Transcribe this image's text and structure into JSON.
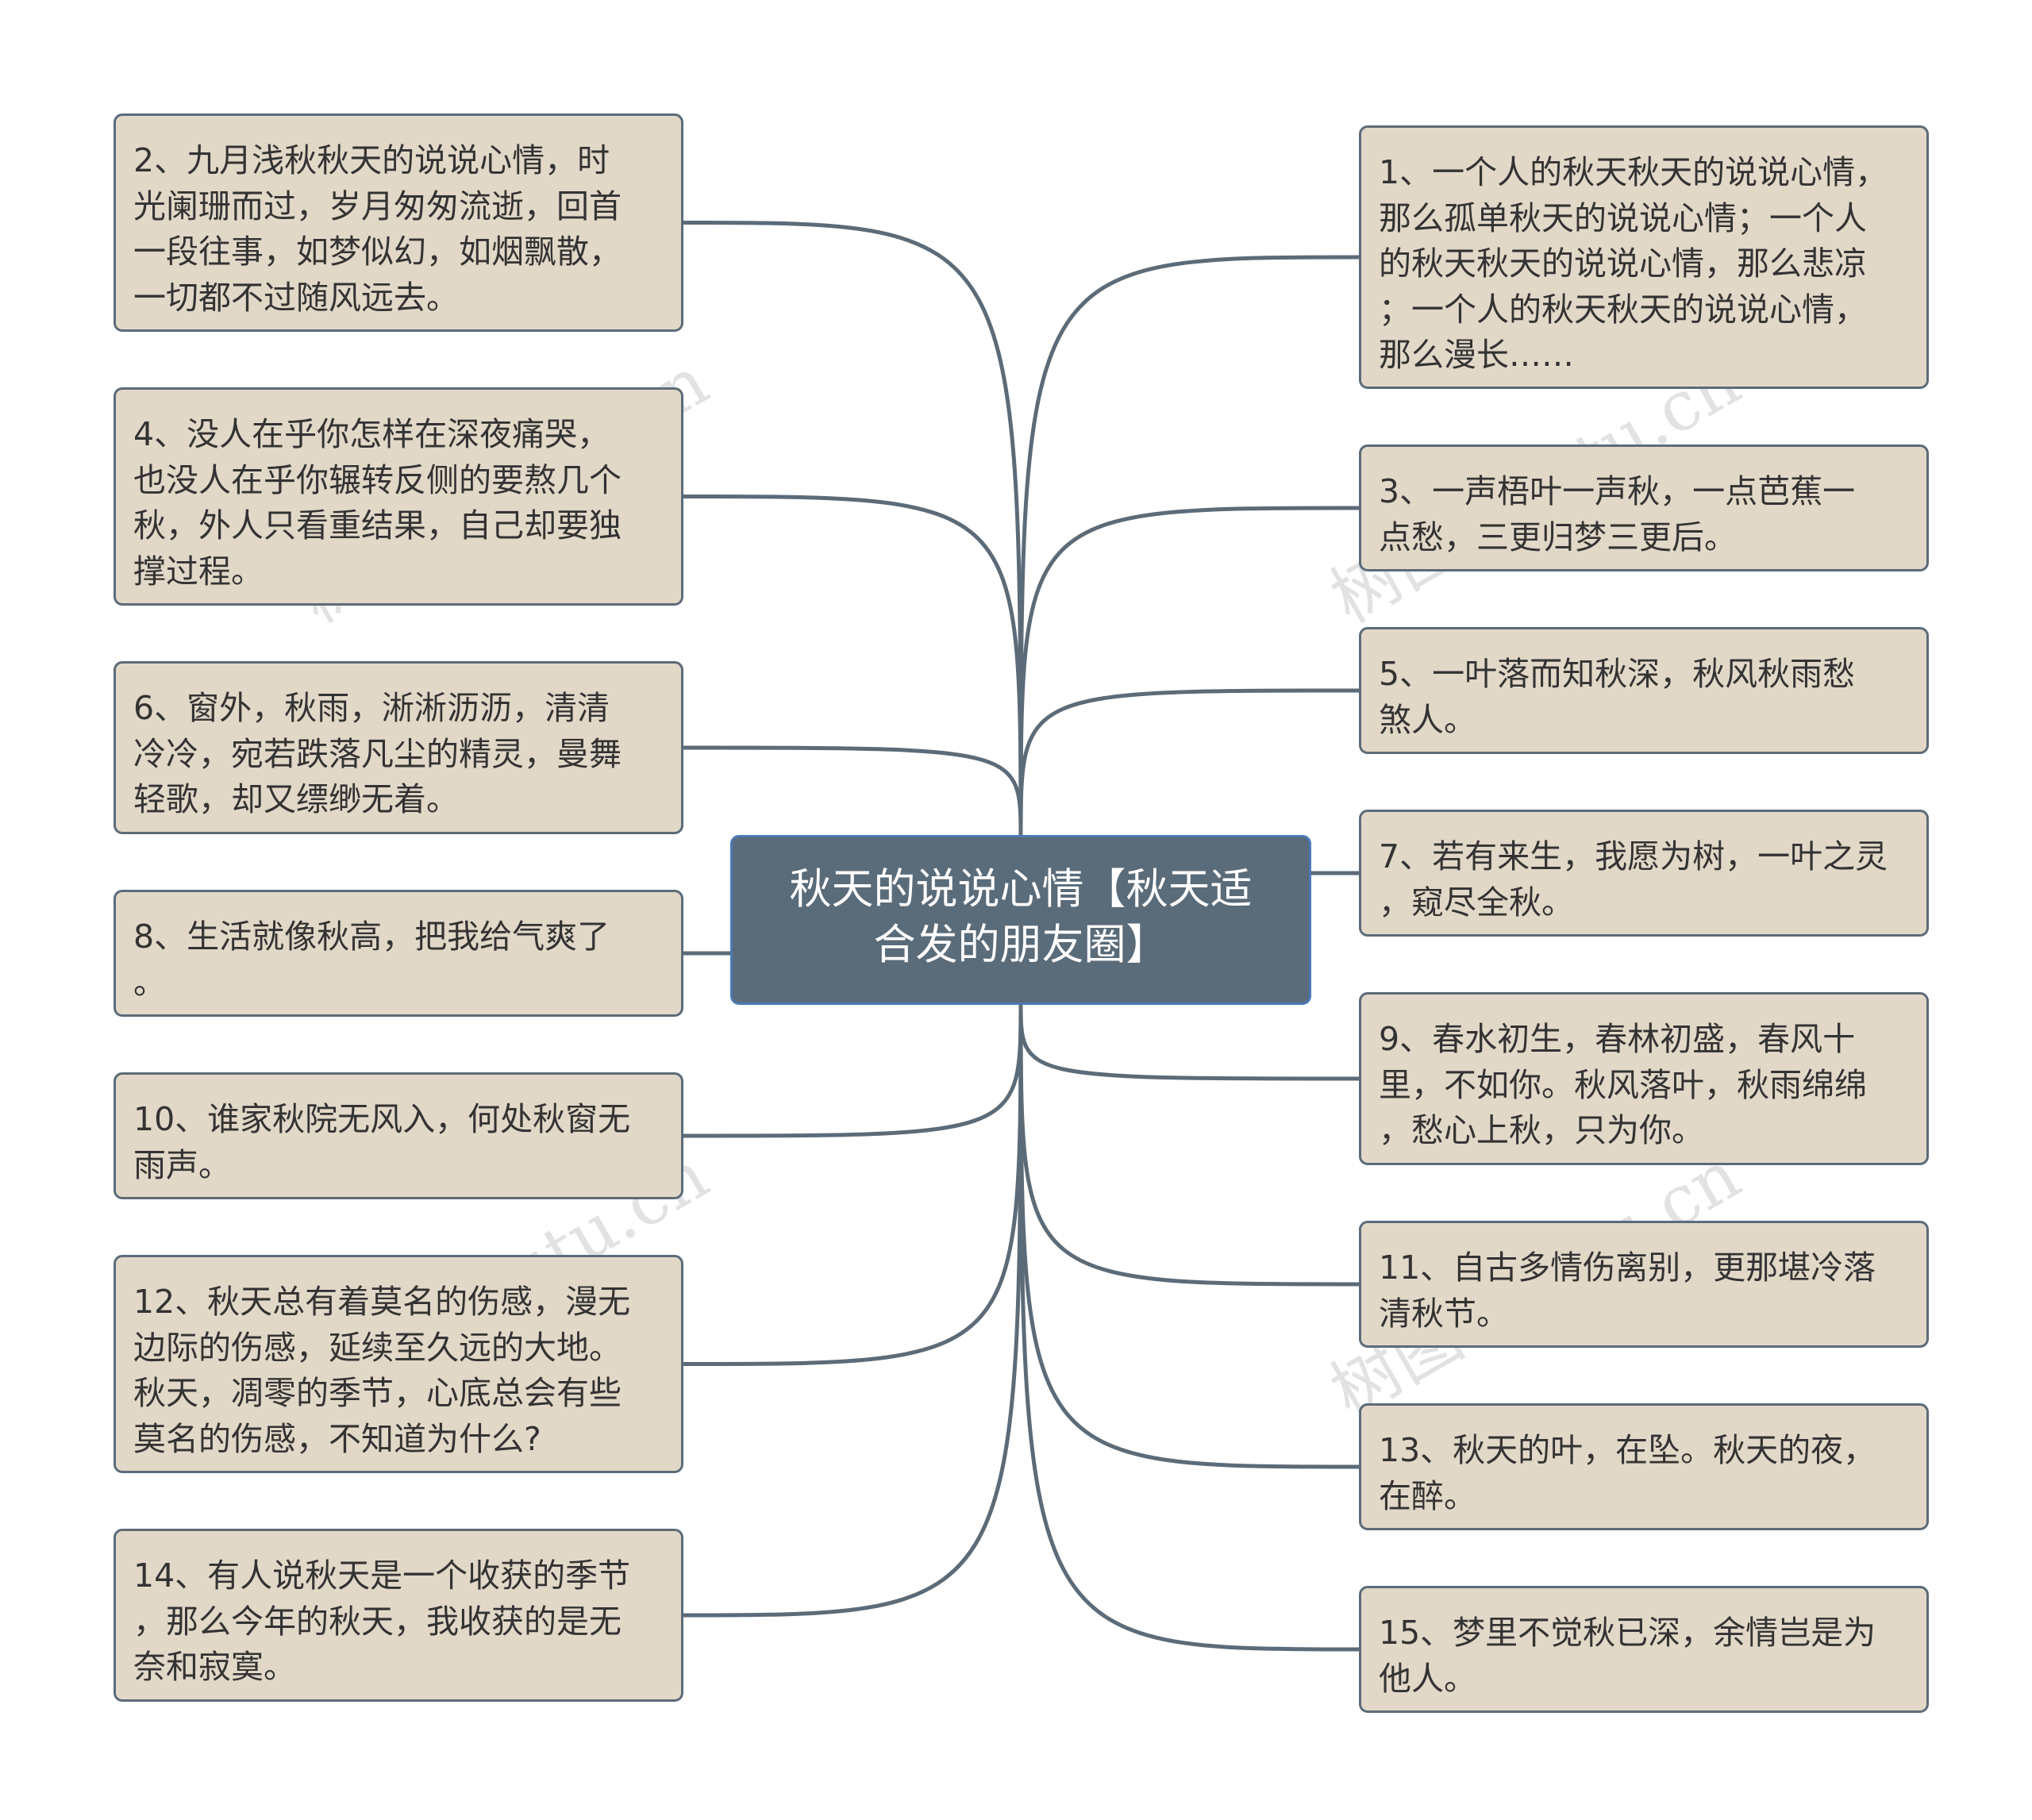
{
  "center": {
    "text": "秋天的说说心情【秋天适\n合发的朋友圈】"
  },
  "left_nodes": [
    {
      "text": "2、九月浅秋秋天的说说心情，时\n光阑珊而过，岁月匆匆流逝，回首\n一段往事，如梦似幻，如烟飘散，\n一切都不过随风远去。"
    },
    {
      "text": "4、没人在乎你怎样在深夜痛哭，\n也没人在乎你辗转反侧的要熬几个\n秋，外人只看重结果，自己却要独\n撑过程。"
    },
    {
      "text": "6、窗外，秋雨，淅淅沥沥，清清\n冷冷，宛若跌落凡尘的精灵，曼舞\n轻歌，却又缥缈无着。"
    },
    {
      "text": "8、生活就像秋高，把我给气爽了\n。"
    },
    {
      "text": "10、谁家秋院无风入，何处秋窗无\n雨声。"
    },
    {
      "text": "12、秋天总有着莫名的伤感，漫无\n边际的伤感，延续至久远的大地。\n秋天，凋零的季节，心底总会有些\n莫名的伤感，不知道为什么?"
    },
    {
      "text": "14、有人说秋天是一个收获的季节\n，那么今年的秋天，我收获的是无\n奈和寂寞。"
    }
  ],
  "right_nodes": [
    {
      "text": "1、一个人的秋天秋天的说说心情，\n那么孤单秋天的说说心情；一个人\n的秋天秋天的说说心情，那么悲凉\n；一个人的秋天秋天的说说心情，\n那么漫长……"
    },
    {
      "text": "3、一声梧叶一声秋，一点芭蕉一\n点愁，三更归梦三更后。"
    },
    {
      "text": "5、一叶落而知秋深，秋风秋雨愁\n煞人。"
    },
    {
      "text": "7、若有来生，我愿为树，一叶之灵\n，窥尽全秋。"
    },
    {
      "text": "9、春水初生，春林初盛，春风十\n里，不如你。秋风落叶，秋雨绵绵\n，愁心上秋，只为你。"
    },
    {
      "text": "11、自古多情伤离别，更那堪冷落\n清秋节。"
    },
    {
      "text": "13、秋天的叶，在坠。秋天的夜，\n在醉。"
    },
    {
      "text": "15、梦里不觉秋已深，余情岂是为\n他人。"
    }
  ],
  "watermark": "树图 shutu.cn",
  "colors": {
    "center_fill": "#5a6b79",
    "center_border": "#4c79b5",
    "node_fill": "#e2d8c8",
    "node_border": "#5c6b78",
    "link": "#5c6b78"
  }
}
